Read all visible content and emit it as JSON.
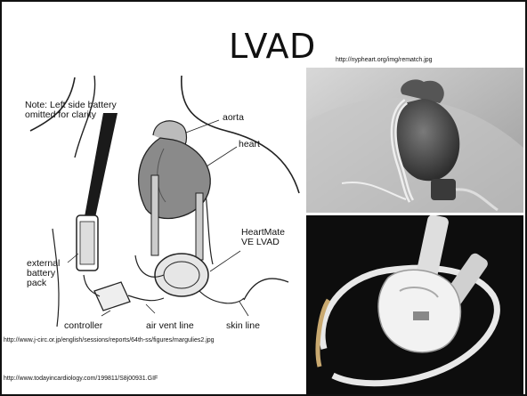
{
  "slide": {
    "title": "LVAD",
    "url_top": "http://nypheart.org/img/rematch.jpg",
    "url_mid": "http://www.j-circ.or.jp/english/sessions/reports/64th-ss/figures/margulies2.jpg",
    "url_bottom": "http://www.todayincardiology.com/199811/S8j00931.GIF"
  },
  "diagram": {
    "note_line1": "Note: Left side battery",
    "note_line2": "omitted for clarity",
    "aorta": "aorta",
    "heart": "heart",
    "device_line1": "HeartMate",
    "device_line2": "VE LVAD",
    "battery_line1": "external",
    "battery_line2": "battery",
    "battery_line3": "pack",
    "controller": "controller",
    "air_vent": "air vent line",
    "skin_line": "skin line"
  }
}
